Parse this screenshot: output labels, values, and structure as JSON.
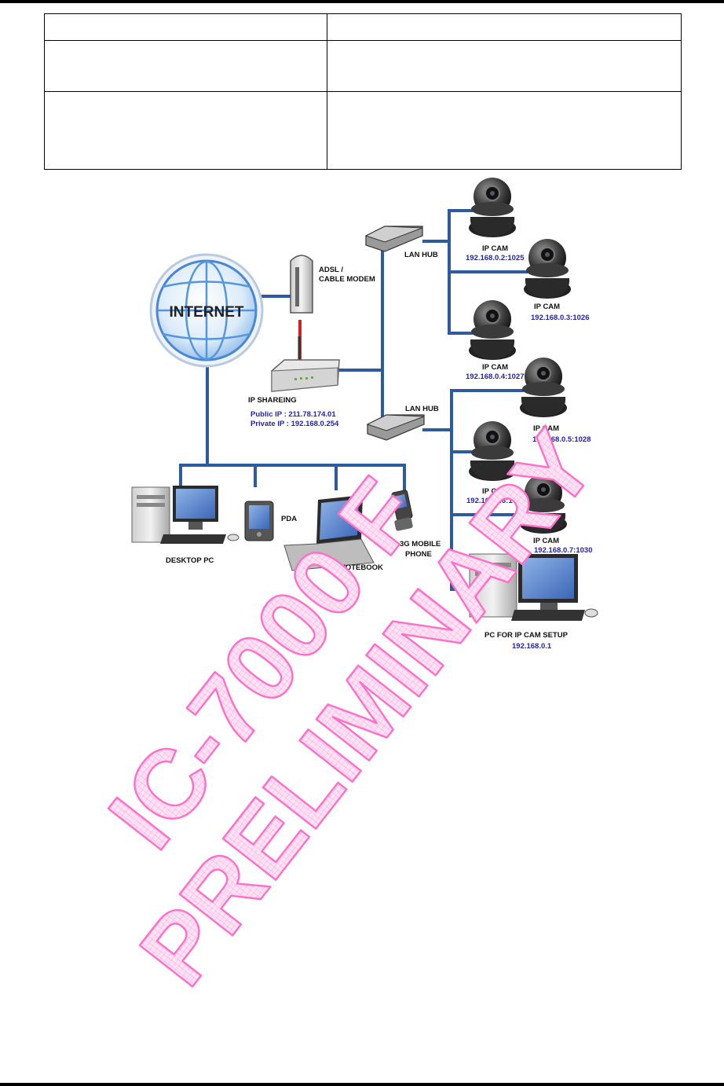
{
  "table": {
    "rows": [
      [
        "",
        ""
      ],
      [
        "",
        ""
      ],
      [
        "",
        ""
      ]
    ]
  },
  "diagram": {
    "internet": "INTERNET",
    "modem": [
      "ADSL /",
      "CABLE MODEM"
    ],
    "ip_sharing": "IP SHAREING",
    "public_ip": "Public IP : 211.78.174.01",
    "private_ip": "Private IP : 192.168.0.254",
    "lan_hub_1": "LAN HUB",
    "lan_hub_2": "LAN HUB",
    "cams": [
      {
        "label": "IP CAM",
        "ip": "192.168.0.2:1025"
      },
      {
        "label": "IP CAM",
        "ip": "192.168.0.3:1026"
      },
      {
        "label": "IP CAM",
        "ip": "192.168.0.4:1027"
      },
      {
        "label": "IP CAM",
        "ip": "192.168.0.5:1028"
      },
      {
        "label": "IP CAM",
        "ip": "192.168.0.6:1029"
      },
      {
        "label": "IP CAM",
        "ip": "192.168.0.7:1030"
      }
    ],
    "desktop_pc": "DESKTOP PC",
    "pda": "PDA",
    "notebook": "NOTEBOOK",
    "mobile": [
      "3G MOBILE",
      "PHONE"
    ],
    "setup_pc": "PC FOR IP CAM SETUP",
    "setup_ip": "192.168.0.1"
  },
  "watermark": {
    "line1": "IC-7000 F",
    "line2": "PRELIMINARY"
  },
  "colors": {
    "link": "#2e5aa0",
    "modem_link": "#d42020",
    "ip_text": "#2323b4",
    "watermark": "#ff6fc8"
  }
}
